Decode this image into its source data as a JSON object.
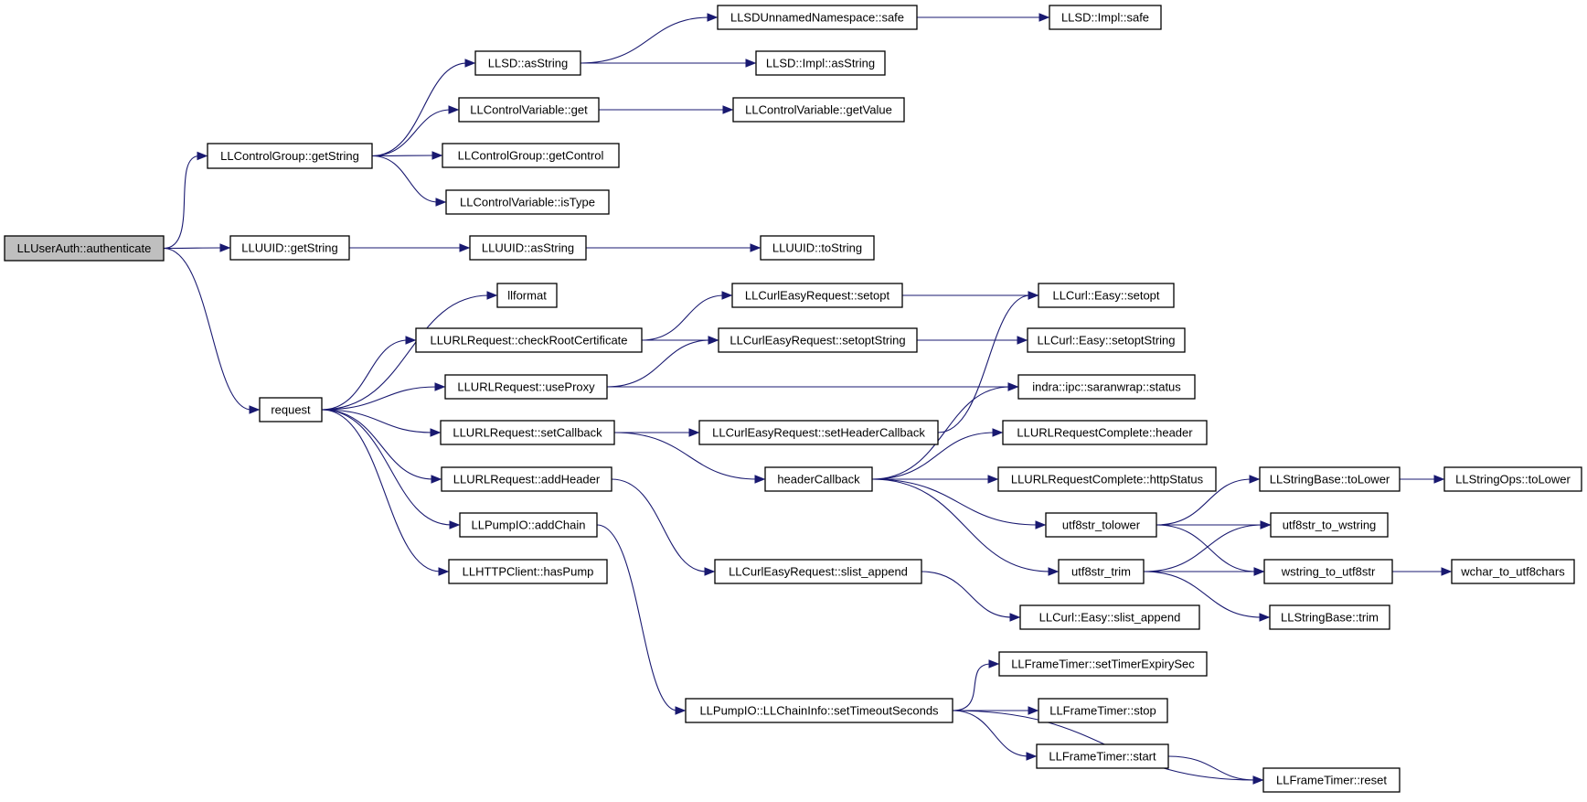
{
  "graph": {
    "edge_color": "#191970",
    "root_fill": "#bfbfbf",
    "nodes": [
      {
        "id": "root",
        "label": "LLUserAuth::authenticate",
        "root": true
      },
      {
        "id": "getString_cg",
        "label": "LLControlGroup::getString"
      },
      {
        "id": "llsd_asString",
        "label": "LLSD::asString"
      },
      {
        "id": "ns_safe",
        "label": "LLSDUnnamedNamespace::safe"
      },
      {
        "id": "impl_safe",
        "label": "LLSD::Impl::safe"
      },
      {
        "id": "impl_asString",
        "label": "LLSD::Impl::asString"
      },
      {
        "id": "cv_get",
        "label": "LLControlVariable::get"
      },
      {
        "id": "cv_getValue",
        "label": "LLControlVariable::getValue"
      },
      {
        "id": "cg_getControl",
        "label": "LLControlGroup::getControl"
      },
      {
        "id": "cv_isType",
        "label": "LLControlVariable::isType"
      },
      {
        "id": "uuid_getString",
        "label": "LLUUID::getString"
      },
      {
        "id": "uuid_asString",
        "label": "LLUUID::asString"
      },
      {
        "id": "uuid_toString",
        "label": "LLUUID::toString"
      },
      {
        "id": "request",
        "label": "request"
      },
      {
        "id": "llformat",
        "label": "llformat"
      },
      {
        "id": "checkRootCert",
        "label": "LLURLRequest::checkRootCertificate"
      },
      {
        "id": "useProxy",
        "label": "LLURLRequest::useProxy"
      },
      {
        "id": "setCallback",
        "label": "LLURLRequest::setCallback"
      },
      {
        "id": "addHeader",
        "label": "LLURLRequest::addHeader"
      },
      {
        "id": "addChain",
        "label": "LLPumpIO::addChain"
      },
      {
        "id": "hasPump",
        "label": "LLHTTPClient::hasPump"
      },
      {
        "id": "cer_setopt",
        "label": "LLCurlEasyRequest::setopt"
      },
      {
        "id": "cer_setoptString",
        "label": "LLCurlEasyRequest::setoptString"
      },
      {
        "id": "cer_setHeaderCallback",
        "label": "LLCurlEasyRequest::setHeaderCallback"
      },
      {
        "id": "headerCallback",
        "label": "headerCallback"
      },
      {
        "id": "cer_slist_append",
        "label": "LLCurlEasyRequest::slist_append"
      },
      {
        "id": "setTimeoutSeconds",
        "label": "LLPumpIO::LLChainInfo::setTimeoutSeconds"
      },
      {
        "id": "easy_setopt",
        "label": "LLCurl::Easy::setopt"
      },
      {
        "id": "easy_setoptString",
        "label": "LLCurl::Easy::setoptString"
      },
      {
        "id": "saranwrap_status",
        "label": "indra::ipc::saranwrap::status"
      },
      {
        "id": "urc_header",
        "label": "LLURLRequestComplete::header"
      },
      {
        "id": "urc_httpStatus",
        "label": "LLURLRequestComplete::httpStatus"
      },
      {
        "id": "utf8str_tolower",
        "label": "utf8str_tolower"
      },
      {
        "id": "utf8str_trim",
        "label": "utf8str_trim"
      },
      {
        "id": "easy_slist_append",
        "label": "LLCurl::Easy::slist_append"
      },
      {
        "id": "ft_setTimerExpirySec",
        "label": "LLFrameTimer::setTimerExpirySec"
      },
      {
        "id": "ft_stop",
        "label": "LLFrameTimer::stop"
      },
      {
        "id": "ft_start",
        "label": "LLFrameTimer::start"
      },
      {
        "id": "ft_reset",
        "label": "LLFrameTimer::reset"
      },
      {
        "id": "sb_toLower",
        "label": "LLStringBase::toLower"
      },
      {
        "id": "so_toLower",
        "label": "LLStringOps::toLower"
      },
      {
        "id": "utf8str_to_wstring",
        "label": "utf8str_to_wstring"
      },
      {
        "id": "wstring_to_utf8str",
        "label": "wstring_to_utf8str"
      },
      {
        "id": "wchar_to_utf8chars",
        "label": "wchar_to_utf8chars"
      },
      {
        "id": "sb_trim",
        "label": "LLStringBase::trim"
      }
    ],
    "edges": [
      [
        "root",
        "getString_cg"
      ],
      [
        "root",
        "uuid_getString"
      ],
      [
        "root",
        "request"
      ],
      [
        "getString_cg",
        "llsd_asString"
      ],
      [
        "getString_cg",
        "cv_get"
      ],
      [
        "getString_cg",
        "cg_getControl"
      ],
      [
        "getString_cg",
        "cv_isType"
      ],
      [
        "llsd_asString",
        "ns_safe"
      ],
      [
        "llsd_asString",
        "impl_asString"
      ],
      [
        "ns_safe",
        "impl_safe"
      ],
      [
        "cv_get",
        "cv_getValue"
      ],
      [
        "uuid_getString",
        "uuid_asString"
      ],
      [
        "uuid_asString",
        "uuid_toString"
      ],
      [
        "request",
        "llformat"
      ],
      [
        "request",
        "checkRootCert"
      ],
      [
        "request",
        "useProxy"
      ],
      [
        "request",
        "setCallback"
      ],
      [
        "request",
        "addHeader"
      ],
      [
        "request",
        "addChain"
      ],
      [
        "request",
        "hasPump"
      ],
      [
        "checkRootCert",
        "cer_setopt"
      ],
      [
        "checkRootCert",
        "cer_setoptString"
      ],
      [
        "useProxy",
        "cer_setoptString"
      ],
      [
        "useProxy",
        "saranwrap_status"
      ],
      [
        "setCallback",
        "cer_setHeaderCallback"
      ],
      [
        "setCallback",
        "headerCallback"
      ],
      [
        "addHeader",
        "cer_slist_append"
      ],
      [
        "addChain",
        "setTimeoutSeconds"
      ],
      [
        "cer_setopt",
        "easy_setopt"
      ],
      [
        "cer_setoptString",
        "easy_setoptString"
      ],
      [
        "cer_setHeaderCallback",
        "easy_setopt"
      ],
      [
        "headerCallback",
        "saranwrap_status"
      ],
      [
        "headerCallback",
        "urc_header"
      ],
      [
        "headerCallback",
        "urc_httpStatus"
      ],
      [
        "headerCallback",
        "utf8str_tolower"
      ],
      [
        "headerCallback",
        "utf8str_trim"
      ],
      [
        "cer_slist_append",
        "easy_slist_append"
      ],
      [
        "setTimeoutSeconds",
        "ft_setTimerExpirySec"
      ],
      [
        "setTimeoutSeconds",
        "ft_stop"
      ],
      [
        "setTimeoutSeconds",
        "ft_start"
      ],
      [
        "setTimeoutSeconds",
        "ft_reset"
      ],
      [
        "ft_start",
        "ft_reset"
      ],
      [
        "utf8str_tolower",
        "sb_toLower"
      ],
      [
        "utf8str_tolower",
        "utf8str_to_wstring"
      ],
      [
        "utf8str_tolower",
        "wstring_to_utf8str"
      ],
      [
        "sb_toLower",
        "so_toLower"
      ],
      [
        "utf8str_trim",
        "utf8str_to_wstring"
      ],
      [
        "utf8str_trim",
        "wstring_to_utf8str"
      ],
      [
        "utf8str_trim",
        "sb_trim"
      ],
      [
        "wstring_to_utf8str",
        "wchar_to_utf8chars"
      ]
    ]
  }
}
